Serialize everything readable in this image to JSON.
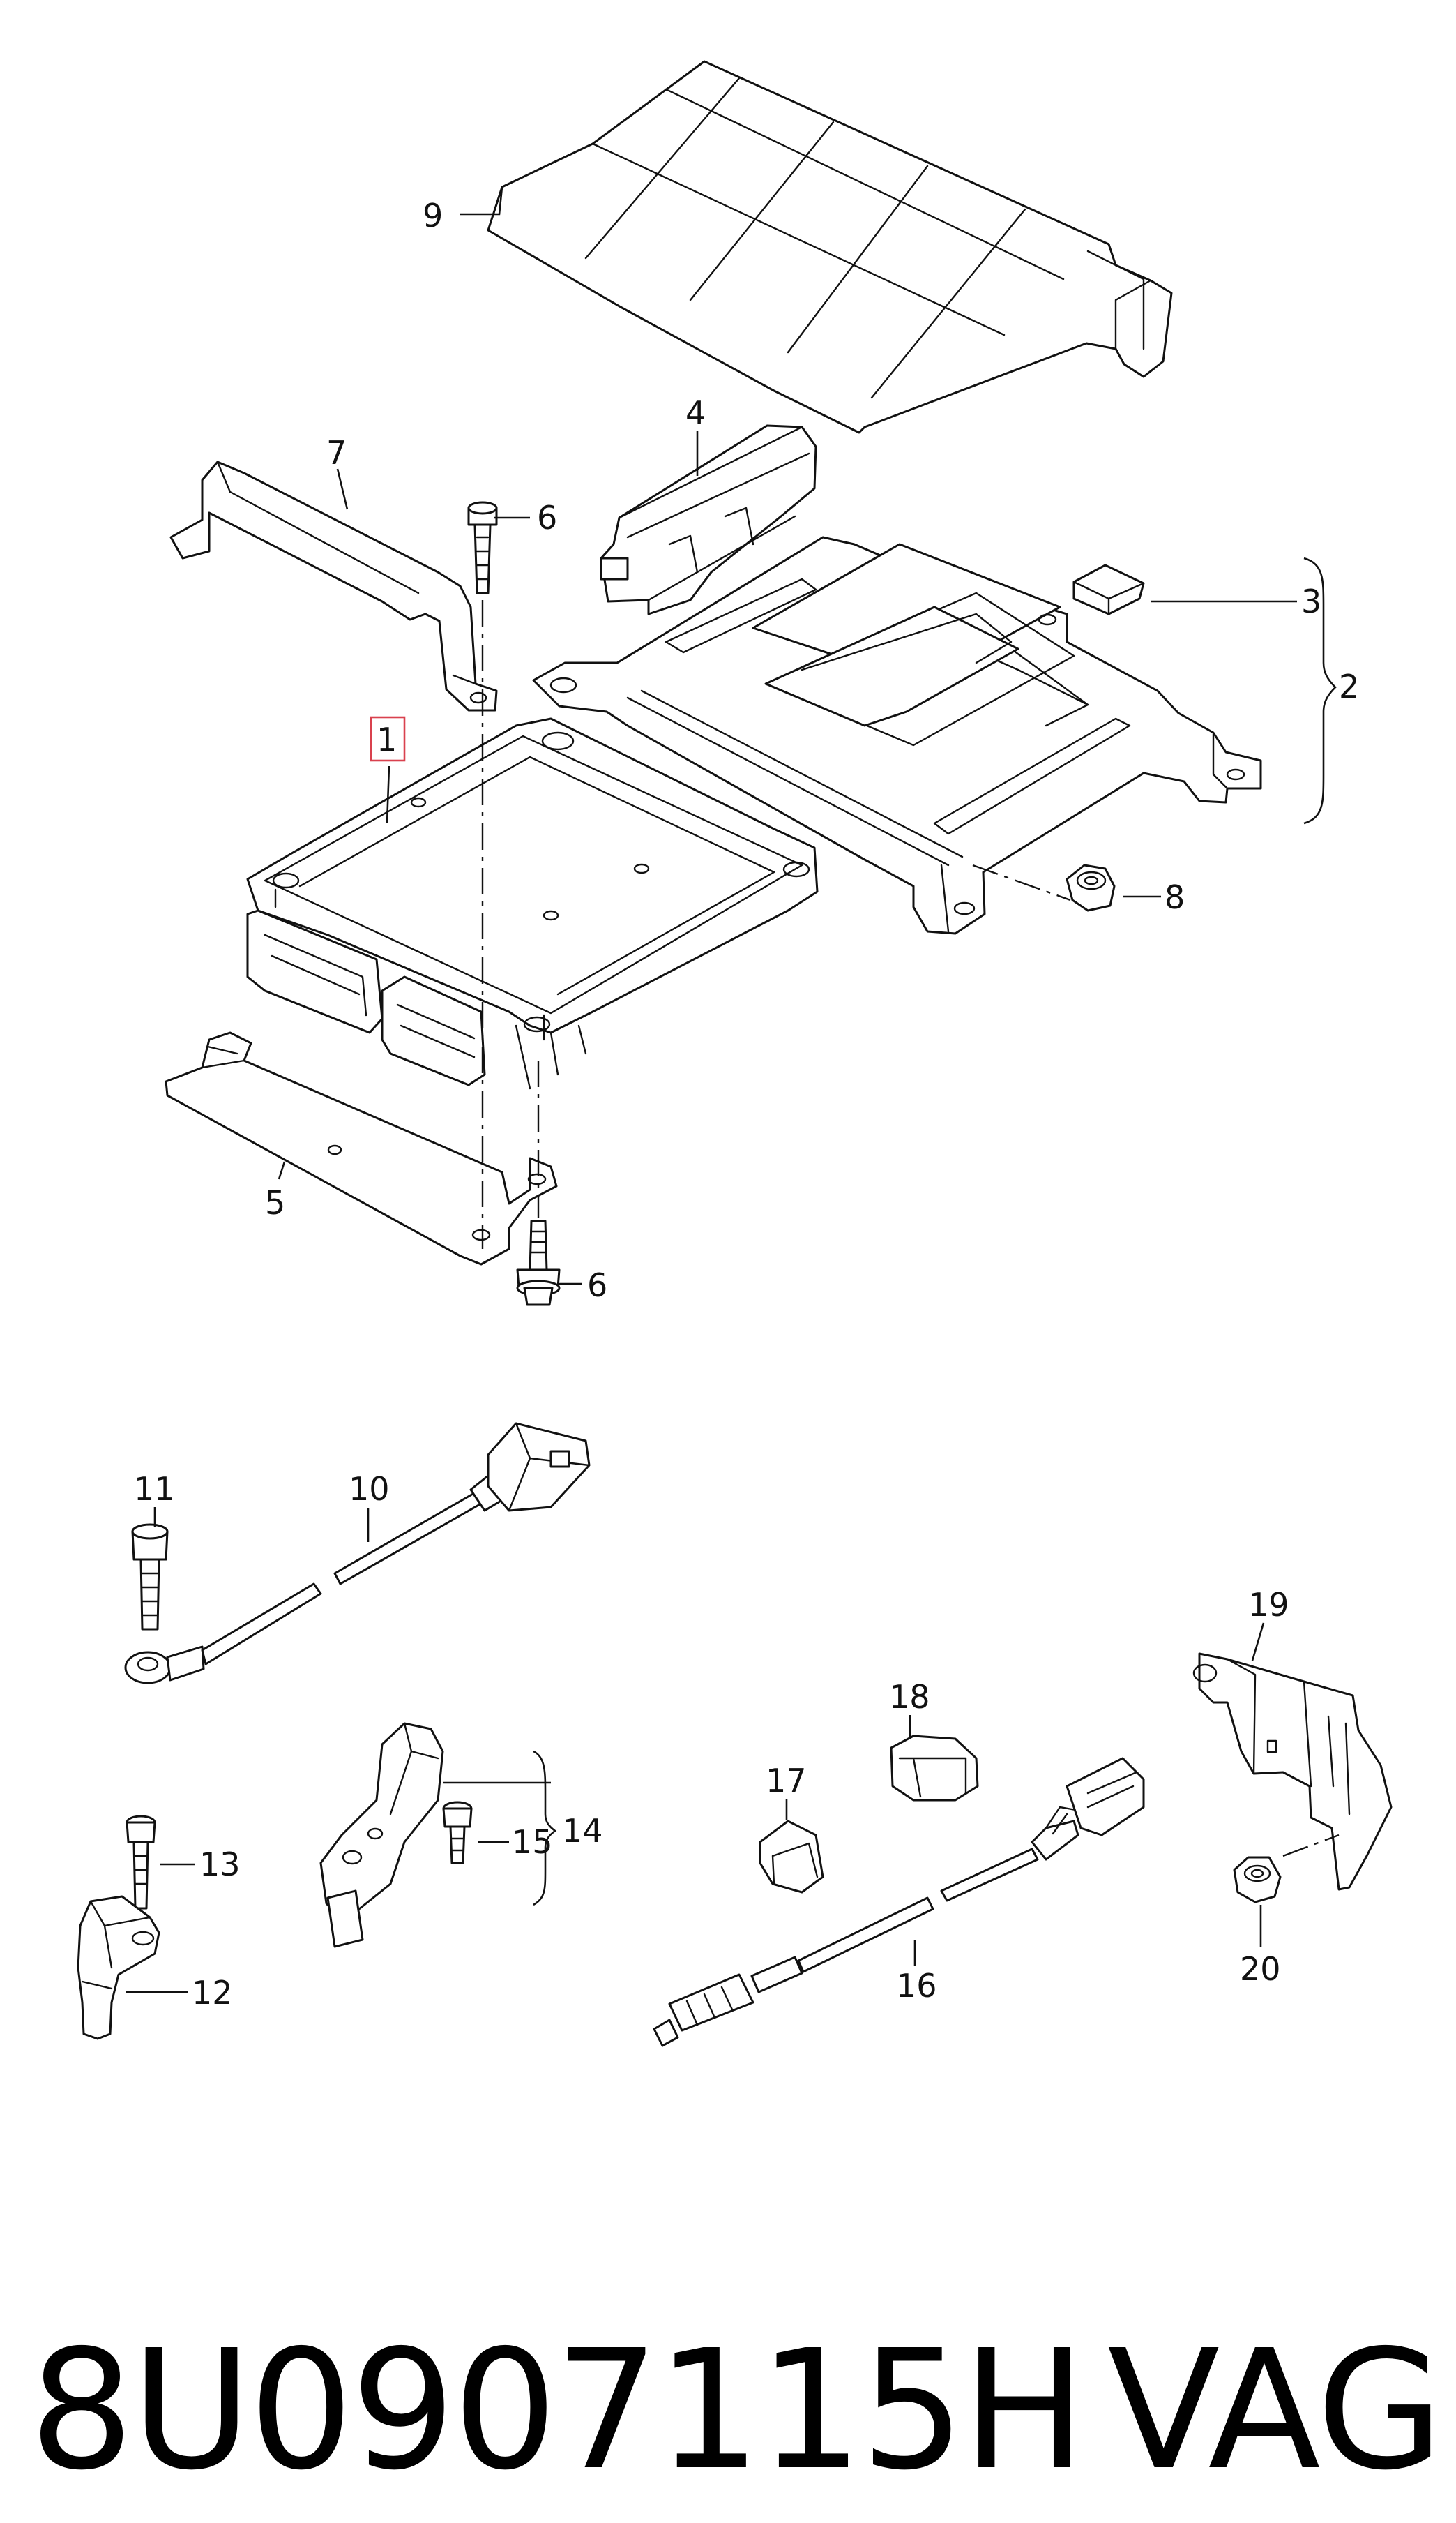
{
  "callouts": [
    "1",
    "2",
    "3",
    "4",
    "5",
    "6",
    "7",
    "8",
    "9",
    "10",
    "11",
    "12",
    "13",
    "14",
    "15",
    "16",
    "17",
    "18",
    "19",
    "20"
  ],
  "highlight_color": "#d9414e",
  "footer": {
    "part_number": "8U0907115H",
    "brand": "VAG"
  }
}
